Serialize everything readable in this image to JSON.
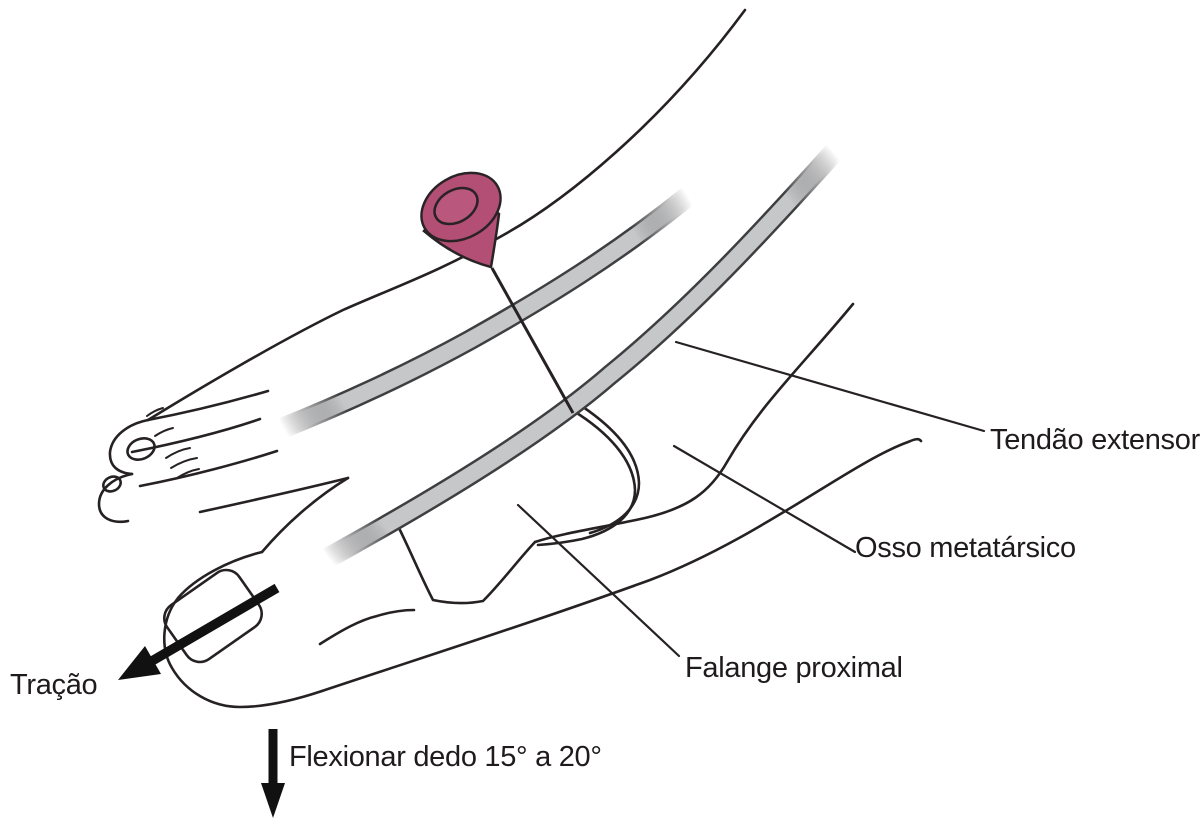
{
  "figure": {
    "labels": {
      "tendao": "Tendão extensor",
      "osso": "Osso metatársico",
      "falange": "Falange proximal",
      "tracao": "Tração",
      "flexionar": "Flexionar dedo 15° a 20°"
    },
    "colors": {
      "line": "#262122",
      "text": "#1f1b1c",
      "tendon_fill": "#c6c7c9",
      "tendon_edge": "#3f3f41",
      "pin_fill": "#b34e74",
      "pin_inner_fill": "#b9577d",
      "background": "#ffffff"
    },
    "icons": {
      "pin": "needle-pin-icon",
      "traction_arrow": "arrow-down-left-icon",
      "flex_arrow": "arrow-down-icon"
    }
  }
}
